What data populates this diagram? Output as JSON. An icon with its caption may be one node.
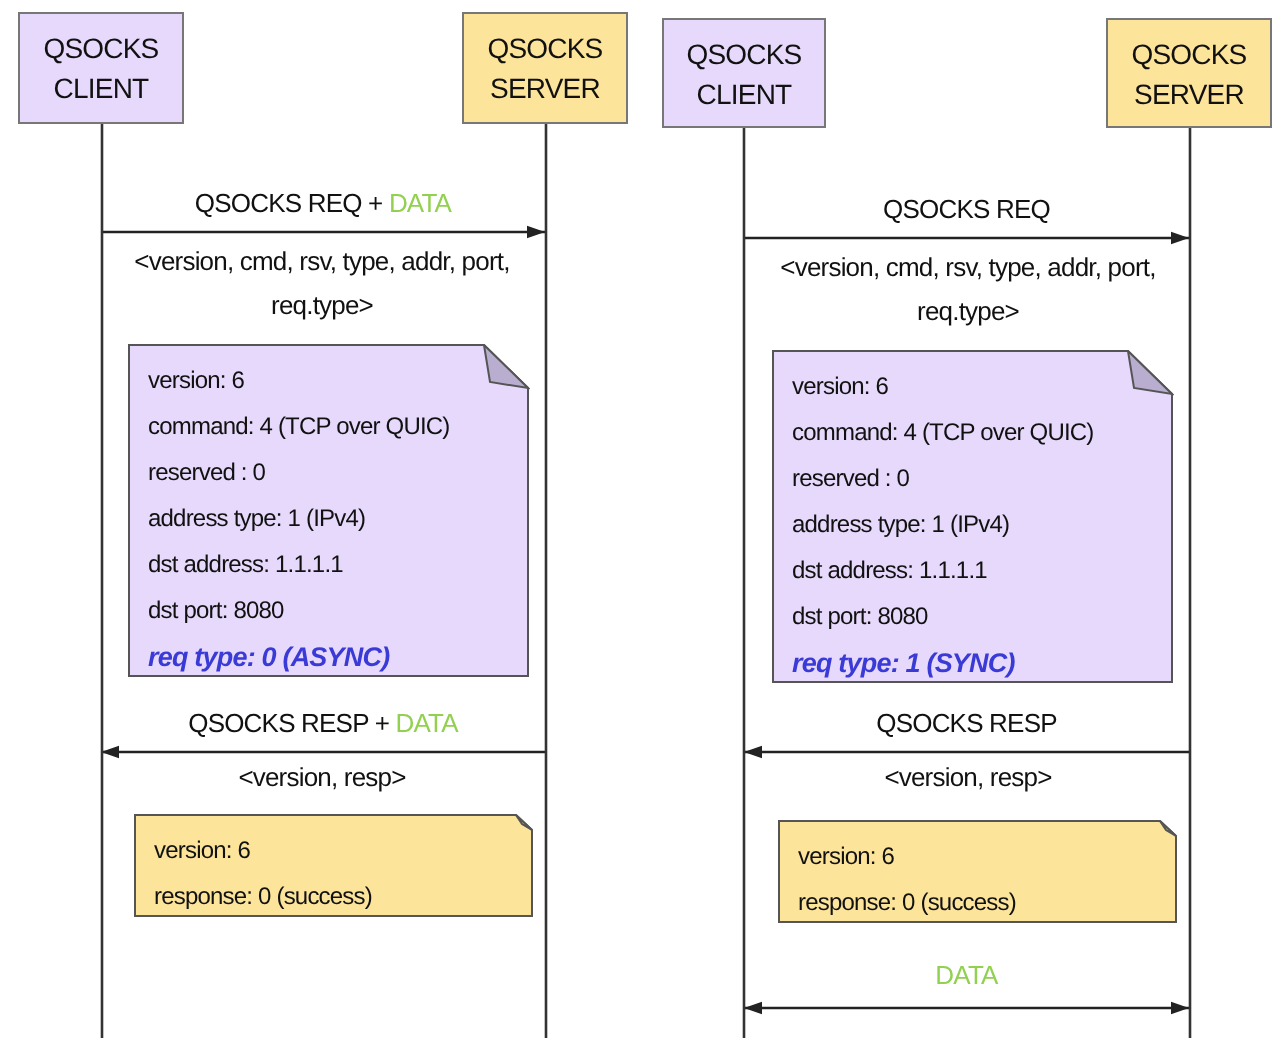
{
  "diagram": {
    "nodes": [
      {
        "text": [
          "QSOCKS CLIENT"
        ]
      },
      {
        "text": [
          "QSOCKS SERVER"
        ]
      },
      {
        "text": [
          "version: 6",
          "command: 4 (TCP over QUIC)",
          "reserved : 0",
          "address type: 1 (IPv4)",
          "dst address: 1.1.1.1",
          "dst port: 8080",
          "req type: 0 (ASYNC)"
        ]
      },
      {
        "text": [
          "version: 6",
          "response: 0 (success)"
        ]
      },
      {
        "text": [
          "QSOCKS CLIENT"
        ]
      },
      {
        "text": [
          "QSOCKS SERVER"
        ]
      },
      {
        "text": [
          "version: 6",
          "command: 4 (TCP over QUIC)",
          "reserved : 0",
          "address type: 1 (IPv4)",
          "dst address: 1.1.1.1",
          "dst port: 8080",
          "req type: 1 (SYNC)"
        ]
      },
      {
        "text": [
          "version: 6",
          "response: 0 (success)"
        ]
      }
    ],
    "edges": [
      {
        "from": 0,
        "to": 1,
        "arrow": "to",
        "label": "QSOCKS REQ + DATA"
      },
      {
        "from": 4,
        "to": 5,
        "arrow": "to",
        "label": "QSOCKS REQ"
      },
      {
        "from": 1,
        "to": 0,
        "arrow": "to",
        "label": "QSOCKS RESP + DATA"
      },
      {
        "from": 5,
        "to": 4,
        "arrow": "to",
        "label": "QSOCKS RESP"
      },
      {
        "from": 4,
        "to": 5,
        "arrow": "both",
        "label": "DATA"
      }
    ],
    "labels": [
      "<version, cmd, rsv, type, addr, port, req.type>",
      "<version, cmd, rsv, type, addr, port, req.type>",
      "<version, resp>",
      "<version, resp>"
    ]
  }
}
